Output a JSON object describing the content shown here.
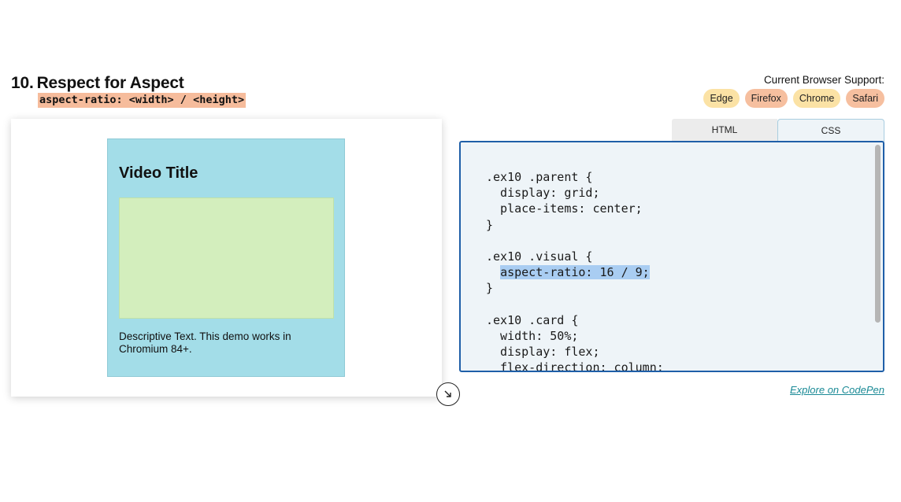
{
  "section": {
    "number": "10.",
    "title": "Respect for Aspect",
    "syntax": "aspect-ratio: <width> / <height>"
  },
  "support": {
    "label": "Current Browser Support:",
    "browsers": [
      {
        "name": "Edge",
        "color": "#fbe2a5"
      },
      {
        "name": "Firefox",
        "color": "#f6bf9f"
      },
      {
        "name": "Chrome",
        "color": "#fbe2a5"
      },
      {
        "name": "Safari",
        "color": "#f6bf9f"
      }
    ]
  },
  "demo": {
    "card_title": "Video Title",
    "card_description": "Descriptive Text. This demo works in Chromium 84+.",
    "colors": {
      "card": "#a3dde8",
      "visual": "#d3eebd"
    }
  },
  "editor": {
    "tabs": [
      {
        "label": "HTML",
        "active": false
      },
      {
        "label": "CSS",
        "active": true
      }
    ],
    "code_lines": [
      ".ex10 .parent {",
      "  display: grid;",
      "  place-items: center;",
      "}",
      "",
      ".ex10 .visual {",
      "  aspect-ratio: 16 / 9;",
      "}",
      "",
      ".ex10 .card {",
      "  width: 50%;",
      "  display: flex;",
      "  flex-direction: column;"
    ],
    "highlighted_line": 6,
    "accent_color": "#1f5fa8"
  },
  "links": {
    "codepen": "Explore on CodePen"
  }
}
